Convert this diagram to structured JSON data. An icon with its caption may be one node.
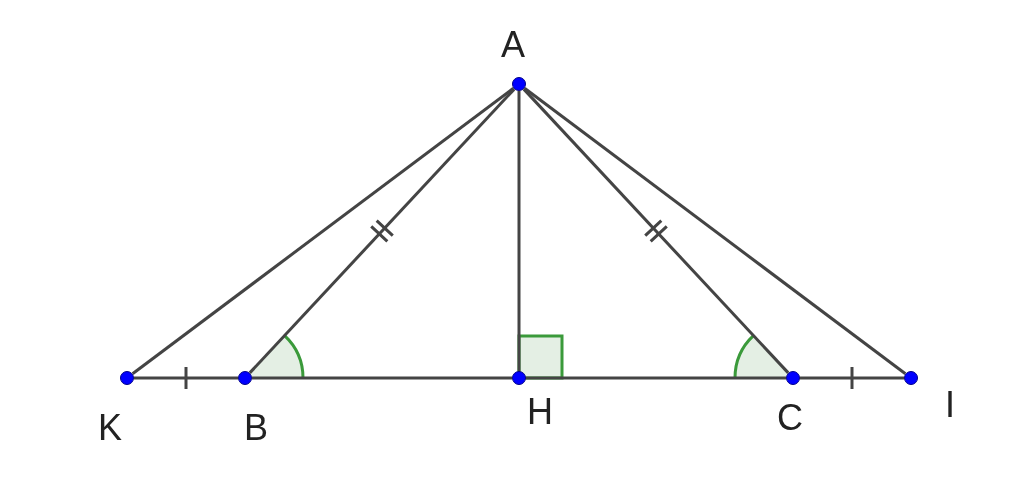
{
  "diagram": {
    "nodes": [
      {
        "text": [
          "A"
        ]
      },
      {
        "text": [
          "K"
        ]
      },
      {
        "text": [
          "B"
        ]
      },
      {
        "text": [
          "H"
        ]
      },
      {
        "text": [
          "C"
        ]
      },
      {
        "text": [
          "I"
        ]
      }
    ],
    "edges": [
      {
        "from": 0,
        "to": 1,
        "arrow": "none"
      },
      {
        "from": 0,
        "to": 2,
        "arrow": "none"
      },
      {
        "from": 0,
        "to": 3,
        "arrow": "none"
      },
      {
        "from": 0,
        "to": 4,
        "arrow": "none"
      },
      {
        "from": 0,
        "to": 5,
        "arrow": "none"
      },
      {
        "from": 1,
        "to": 2,
        "arrow": "none"
      },
      {
        "from": 2,
        "to": 3,
        "arrow": "none"
      },
      {
        "from": 3,
        "to": 4,
        "arrow": "none"
      },
      {
        "from": 4,
        "to": 5,
        "arrow": "none"
      }
    ]
  }
}
